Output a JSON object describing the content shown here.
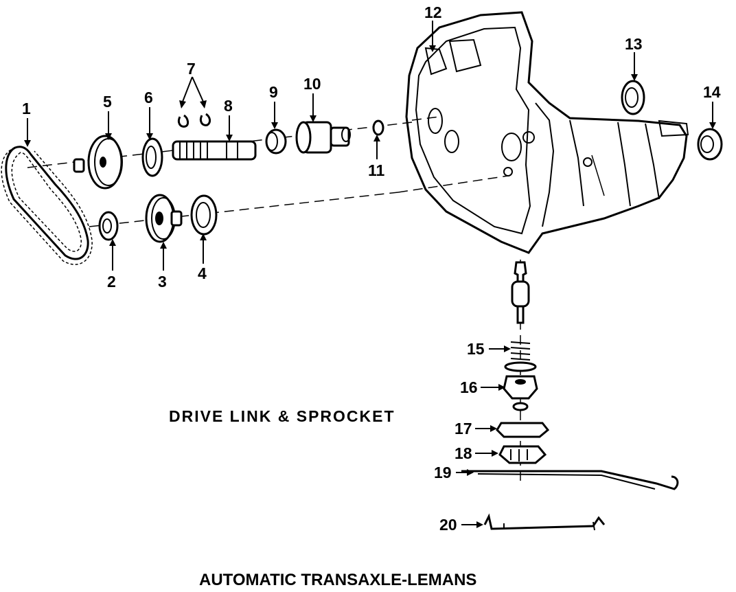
{
  "diagram": {
    "title": "AUTOMATIC TRANSAXLE-LEMANS",
    "caption": "DRIVE LINK & SPROCKET",
    "callouts": [
      "1",
      "2",
      "3",
      "4",
      "5",
      "6",
      "7",
      "8",
      "9",
      "10",
      "11",
      "12",
      "13",
      "14",
      "15",
      "16",
      "17",
      "18",
      "19",
      "20"
    ]
  }
}
